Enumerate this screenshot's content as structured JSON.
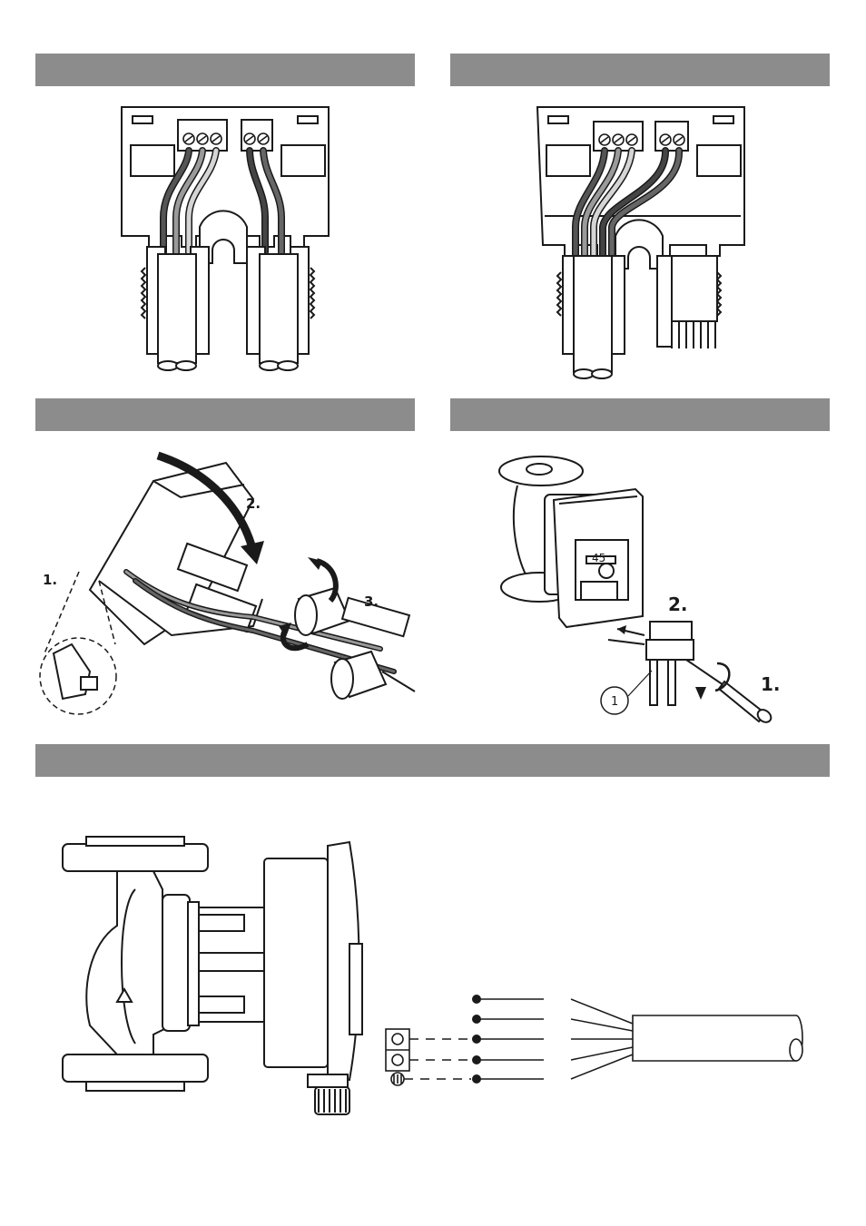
{
  "panels": {
    "fig1": {
      "header": ""
    },
    "fig2": {
      "header": ""
    },
    "fig3": {
      "header": "",
      "steps": [
        "1.",
        "2.",
        "3."
      ]
    },
    "fig4": {
      "header": "",
      "steps": [
        "1.",
        "2."
      ],
      "callout": "1",
      "display": "45"
    },
    "fig5": {
      "header": ""
    }
  },
  "icons": [
    "terminal-block-icon",
    "cable-gland-icon",
    "screwdriver-icon",
    "rotate-arrow-icon",
    "ground-symbol-icon",
    "warning-triangle-icon"
  ],
  "colors": {
    "header_bar": "#8c8c8c",
    "line": "#1a1a1a",
    "fill_light": "#ffffff"
  }
}
